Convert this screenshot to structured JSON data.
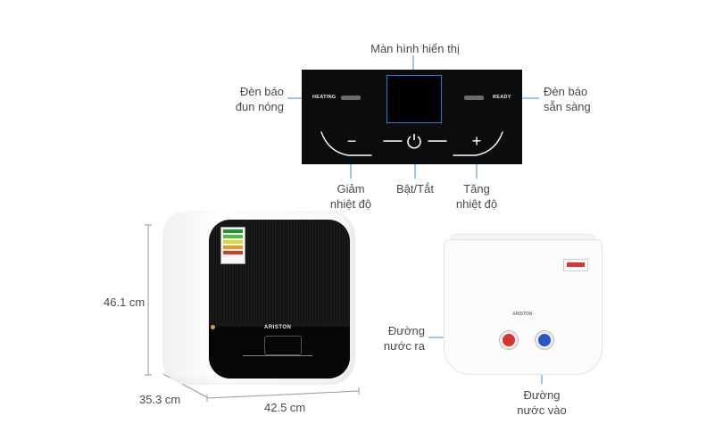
{
  "callouts": {
    "display": "Màn hình hiển thị",
    "heat_led_line1": "Đèn báo",
    "heat_led_line2": "đun nóng",
    "ready_led_line1": "Đèn báo",
    "ready_led_line2": "sẵn sàng",
    "decrease_line1": "Giảm",
    "decrease_line2": "nhiệt độ",
    "power": "Bật/Tắt",
    "increase_line1": "Tăng",
    "increase_line2": "nhiệt độ",
    "outlet_line1": "Đường",
    "outlet_line2": "nước ra",
    "inlet_line1": "Đường",
    "inlet_line2": "nước vào"
  },
  "panel": {
    "heating_label": "HEATING",
    "ready_label": "READY",
    "minus": "−",
    "plus": "+"
  },
  "dimensions": {
    "height": "46.1 cm",
    "depth": "35.3 cm",
    "width": "42.5 cm"
  },
  "product": {
    "brand": "ARISTON"
  },
  "colors": {
    "screen_border": "#2f7be0",
    "hot_outlet": "#d9342b",
    "cold_inlet": "#2a55c8"
  }
}
